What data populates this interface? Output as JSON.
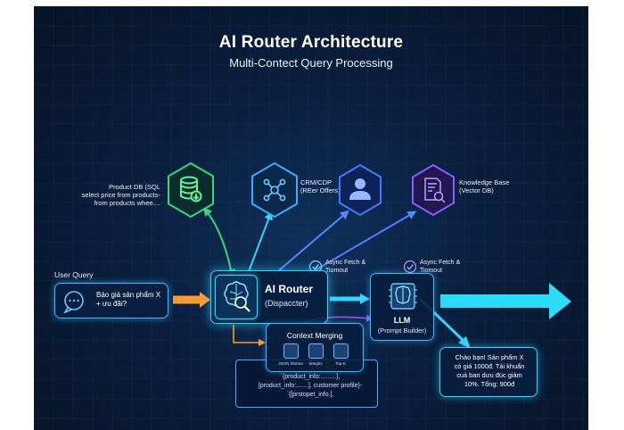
{
  "header": {
    "title": "AI Router Architecture",
    "subtitle": "Multi-Contect Query Processing"
  },
  "sources": {
    "product_db": {
      "label": "Product DB (SQL\nselect price from products-\nfrom products whee....",
      "icon": "database-icon",
      "color": "#37d67a"
    },
    "crm": {
      "label": "CRM/CDP\n(REer Offers)",
      "icon": "network-icon",
      "color": "#3fa9ff"
    },
    "user": {
      "icon": "user-icon",
      "color": "#3f7bff"
    },
    "knowledge": {
      "label": "Knowledge Base\n(Vector DB)",
      "icon": "document-search-icon",
      "color": "#8b5cff"
    }
  },
  "fetch_notes": [
    {
      "label": "Async Fetch &\nTiomout"
    },
    {
      "label": "Async Fetch &\nTiomout"
    }
  ],
  "user_query": {
    "label": "User Query",
    "text": "Báo giá sản phẩm X\n+ ưu đãi?"
  },
  "router": {
    "title": "AI Router",
    "subtitle": "(Dispaccter)"
  },
  "llm": {
    "title": "LLM",
    "subtitle": "(Prompt Builder)"
  },
  "context_merging": {
    "title": "Context Merging",
    "items": [
      "JSON Shema",
      "Weighs",
      "Top-K"
    ]
  },
  "context_data": {
    "text": "`{product_info:.........},\n[product_info:.......], customer profile}-\n`{[prstopet_info.],"
  },
  "response": {
    "text": "Chào bạn! Sản phẩm X\ncó giá 1000đ. Tải khuẩn\ncuả ban dưu đúc giảm\n10%. Tống: 900đ"
  },
  "colors": {
    "accent": "#36d4ff",
    "orange": "#ff9a2e",
    "green": "#37d67a",
    "purple": "#8b5cff"
  }
}
